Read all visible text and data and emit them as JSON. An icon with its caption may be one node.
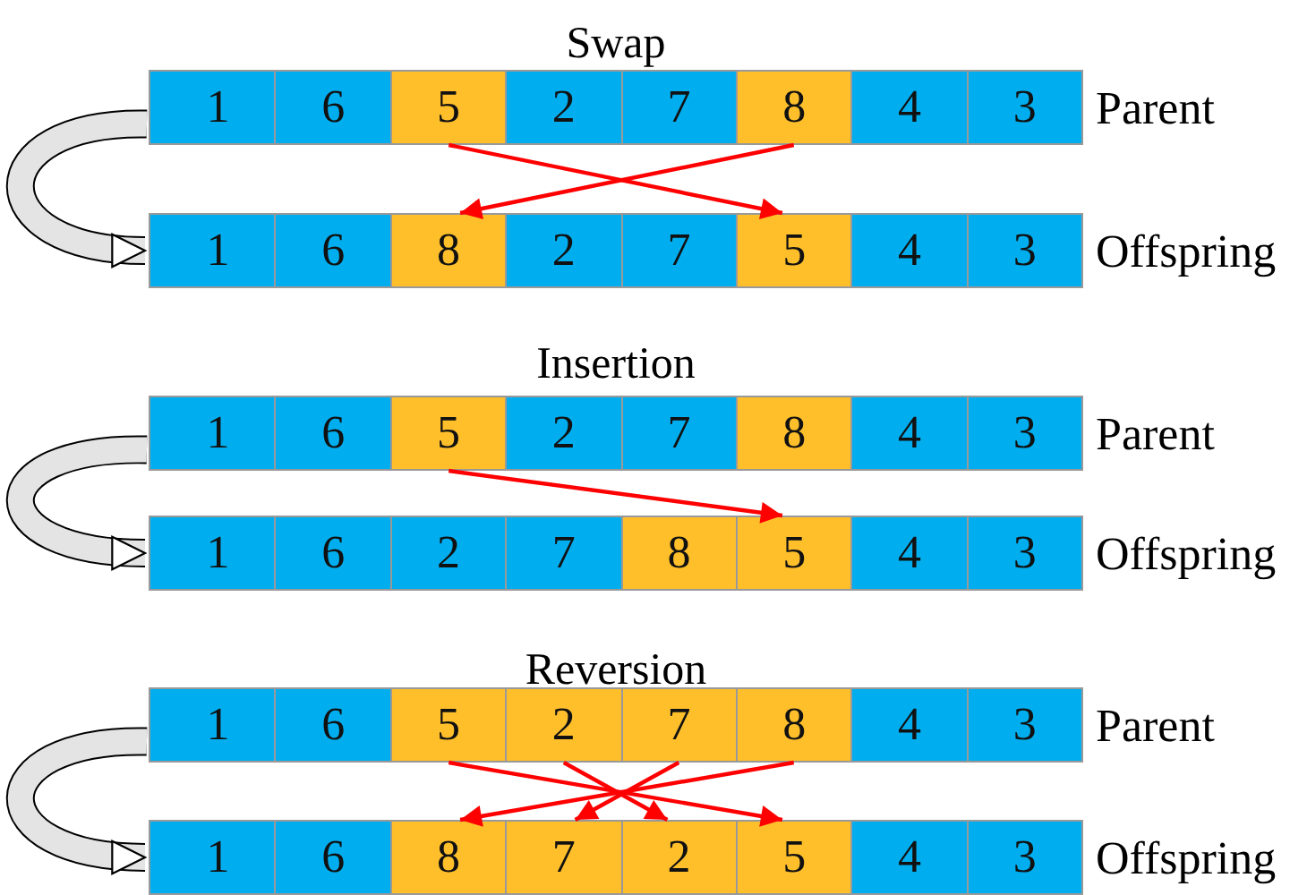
{
  "diagram": {
    "nodes": [
      {
        "text": [],
        "shape": "bar",
        "beside": [
          "Parent"
        ]
      },
      {
        "text": [
          "1"
        ],
        "in": 0
      },
      {
        "text": [
          "6"
        ],
        "in": 0
      },
      {
        "text": [
          "5"
        ],
        "in": 0
      },
      {
        "text": [
          "2"
        ],
        "in": 0
      },
      {
        "text": [
          "7"
        ],
        "in": 0
      },
      {
        "text": [
          "8"
        ],
        "in": 0
      },
      {
        "text": [
          "4"
        ],
        "in": 0
      },
      {
        "text": [
          "3"
        ],
        "in": 0
      },
      {
        "text": [],
        "shape": "bar",
        "beside": [
          "Offspring"
        ]
      },
      {
        "text": [
          "1"
        ],
        "in": 9
      },
      {
        "text": [
          "6"
        ],
        "in": 9
      },
      {
        "text": [
          "8"
        ],
        "in": 9
      },
      {
        "text": [
          "2"
        ],
        "in": 9
      },
      {
        "text": [
          "7"
        ],
        "in": 9
      },
      {
        "text": [
          "5"
        ],
        "in": 9
      },
      {
        "text": [
          "4"
        ],
        "in": 9
      },
      {
        "text": [
          "3"
        ],
        "in": 9
      },
      {
        "text": [],
        "shape": "bar",
        "beside": [
          "Parent"
        ]
      },
      {
        "text": [
          "1"
        ],
        "in": 18
      },
      {
        "text": [
          "6"
        ],
        "in": 18
      },
      {
        "text": [
          "5"
        ],
        "in": 18
      },
      {
        "text": [
          "2"
        ],
        "in": 18
      },
      {
        "text": [
          "7"
        ],
        "in": 18
      },
      {
        "text": [
          "8"
        ],
        "in": 18
      },
      {
        "text": [
          "4"
        ],
        "in": 18
      },
      {
        "text": [
          "3"
        ],
        "in": 18
      },
      {
        "text": [],
        "shape": "bar",
        "beside": [
          "Offspring"
        ]
      },
      {
        "text": [
          "1"
        ],
        "in": 27
      },
      {
        "text": [
          "6"
        ],
        "in": 27
      },
      {
        "text": [
          "2"
        ],
        "in": 27
      },
      {
        "text": [
          "7"
        ],
        "in": 27
      },
      {
        "text": [
          "8"
        ],
        "in": 27
      },
      {
        "text": [
          "5"
        ],
        "in": 27
      },
      {
        "text": [
          "4"
        ],
        "in": 27
      },
      {
        "text": [
          "3"
        ],
        "in": 27
      },
      {
        "text": [],
        "shape": "bar",
        "beside": [
          "Parent"
        ]
      },
      {
        "text": [
          "1"
        ],
        "in": 36
      },
      {
        "text": [
          "6"
        ],
        "in": 36
      },
      {
        "text": [
          "5"
        ],
        "in": 36
      },
      {
        "text": [
          "2"
        ],
        "in": 36
      },
      {
        "text": [
          "7"
        ],
        "in": 36
      },
      {
        "text": [
          "8"
        ],
        "in": 36
      },
      {
        "text": [
          "4"
        ],
        "in": 36
      },
      {
        "text": [
          "3"
        ],
        "in": 36
      },
      {
        "text": [],
        "shape": "bar",
        "beside": [
          "Offspring"
        ]
      },
      {
        "text": [
          "1"
        ],
        "in": 45
      },
      {
        "text": [
          "6"
        ],
        "in": 45
      },
      {
        "text": [
          "8"
        ],
        "in": 45
      },
      {
        "text": [
          "7"
        ],
        "in": 45
      },
      {
        "text": [
          "2"
        ],
        "in": 45
      },
      {
        "text": [
          "5"
        ],
        "in": 45
      },
      {
        "text": [
          "4"
        ],
        "in": 45
      },
      {
        "text": [
          "3"
        ],
        "in": 45
      }
    ],
    "edges": [
      {
        "from": 0,
        "to": 9,
        "arrow": "to",
        "style": "thick",
        "color": "#e4e4e4"
      },
      {
        "from": 3,
        "to": 15,
        "arrow": "to"
      },
      {
        "from": 6,
        "to": 12,
        "arrow": "to"
      },
      {
        "from": 18,
        "to": 27,
        "arrow": "to",
        "style": "thick",
        "color": "#e4e4e4"
      },
      {
        "from": 21,
        "to": 33,
        "arrow": "to"
      },
      {
        "from": 36,
        "to": 45,
        "arrow": "to",
        "style": "thick",
        "color": "#e4e4e4"
      },
      {
        "from": 39,
        "to": 51,
        "arrow": "to"
      },
      {
        "from": 40,
        "to": 50,
        "arrow": "to"
      },
      {
        "from": 41,
        "to": 49,
        "arrow": "to"
      },
      {
        "from": 42,
        "to": 48,
        "arrow": "to"
      }
    ],
    "labels": [
      "Swap",
      "Insertion",
      "Reversion"
    ]
  }
}
